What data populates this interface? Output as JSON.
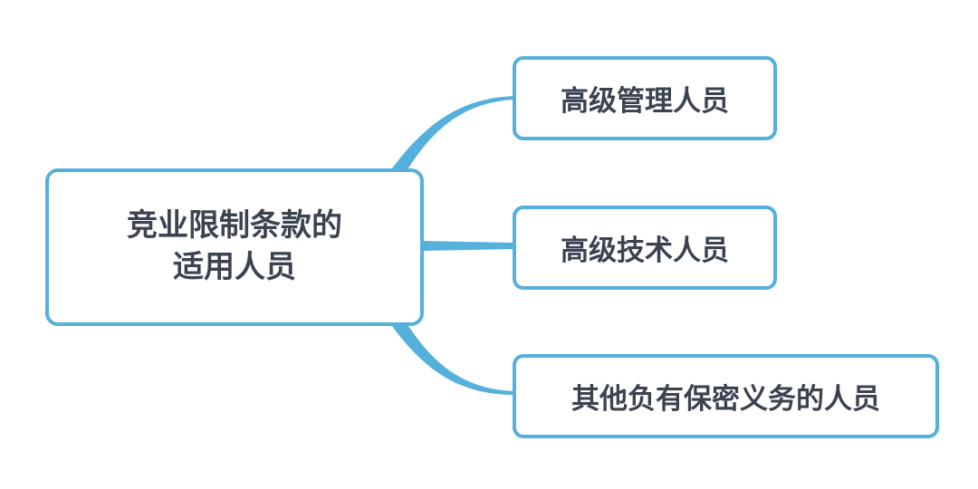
{
  "colors": {
    "border": "#56b0dc",
    "connector": "#56b0dc",
    "text": "#3c4350",
    "background": "#ffffff"
  },
  "root": {
    "lines": [
      "竞业限制条款的",
      "适用人员"
    ]
  },
  "children": [
    {
      "label": "高级管理人员"
    },
    {
      "label": "高级技术人员"
    },
    {
      "label": "其他负有保密义务的人员"
    }
  ]
}
